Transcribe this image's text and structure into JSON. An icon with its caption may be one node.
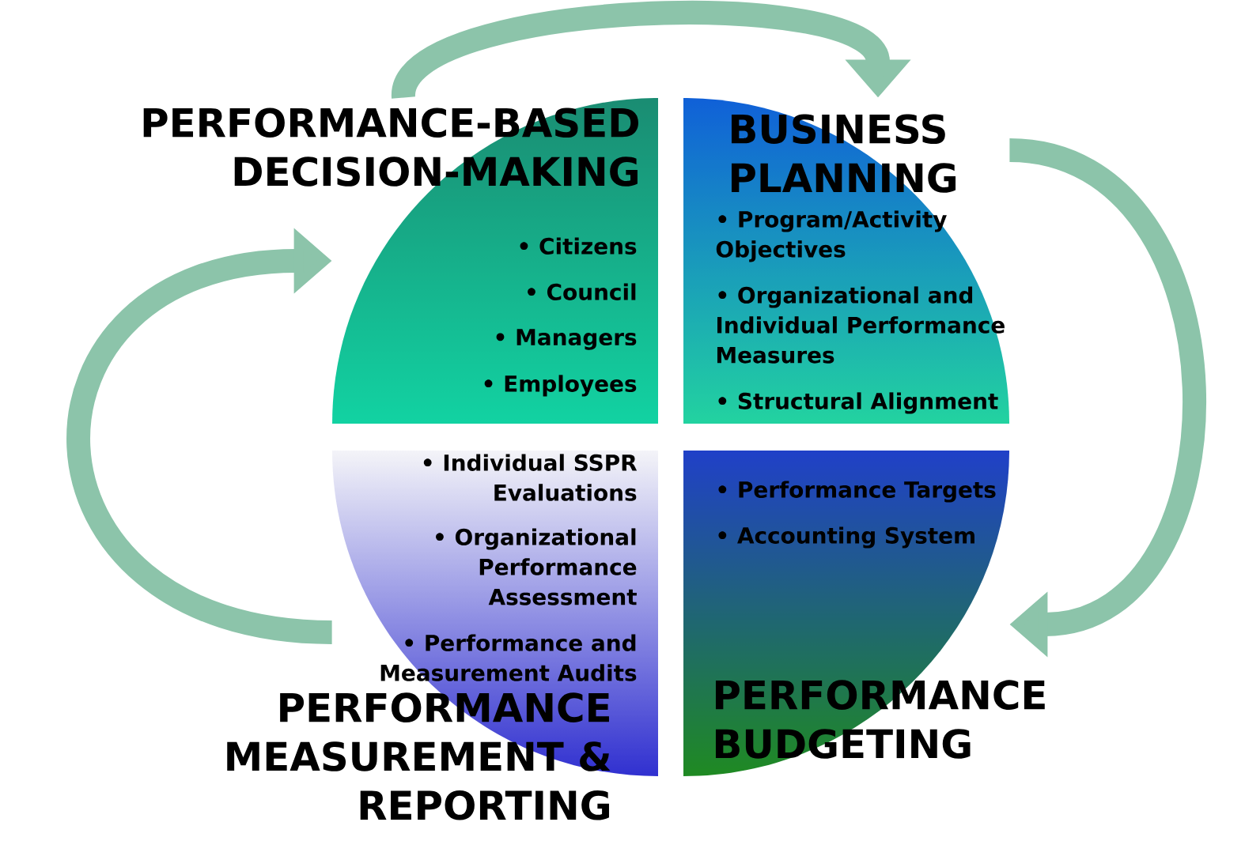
{
  "diagram": {
    "nodes": [
      {
        "text": [
          "PERFORMANCE-BASED DECISION-MAKING",
          "• Citizens",
          "• Council",
          "• Managers",
          "• Employees"
        ]
      },
      {
        "text": [
          "BUSINESS PLANNING",
          "• Program/Activity Objectives",
          "• Organizational and Individual Performance Measures",
          "• Structural Alignment"
        ]
      },
      {
        "text": [
          "• Individual SSPR Evaluations",
          "• Organizational Performance Assessment",
          "• Performance and Measurement Audits",
          "PERFORMANCE MEASUREMENT & REPORTING"
        ]
      },
      {
        "text": [
          "• Performance Targets",
          "• Accounting System",
          "PERFORMANCE BUDGETING"
        ]
      }
    ],
    "edges": [
      {
        "from": 0,
        "to": 1,
        "arrow": "to"
      },
      {
        "from": 1,
        "to": 3,
        "arrow": "to"
      },
      {
        "from": 2,
        "to": 0,
        "arrow": "to"
      }
    ]
  }
}
